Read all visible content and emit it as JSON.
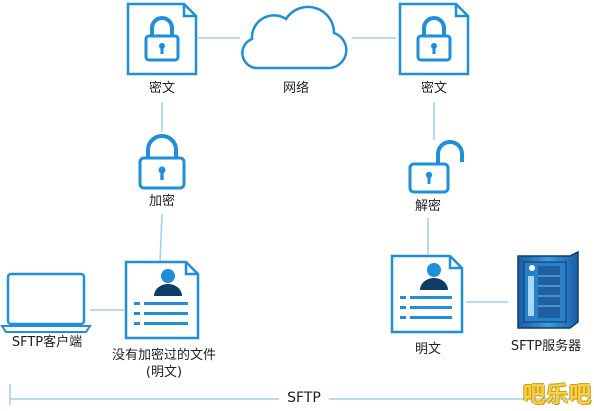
{
  "colors": {
    "line": "#9fd0ee",
    "icon_stroke": "#1e8fd8",
    "doc_fill": "#ffffff",
    "lock_fill": "#ffffff",
    "avatar_dark": "#0f3d66"
  },
  "labels": {
    "cipher_left": "密文",
    "network": "网络",
    "cipher_right": "密文",
    "encrypt": "加密",
    "decrypt": "解密",
    "client": "SFTP客户端",
    "unencrypted_file_line1": "没有加密过的文件",
    "unencrypted_file_line2": "(明文)",
    "plaintext": "明文",
    "server": "SFTP服务器",
    "protocol": "SFTP"
  },
  "watermark": "吧乐吧",
  "icons": {
    "cipher_left_doc": "locked-document-icon",
    "cloud": "cloud-icon",
    "cipher_right_doc": "locked-document-icon",
    "encrypt_lock": "closed-padlock-icon",
    "decrypt_lock": "open-padlock-icon",
    "laptop": "laptop-icon",
    "file_doc": "person-document-icon",
    "plain_doc": "person-document-icon",
    "server": "server-rack-icon"
  }
}
